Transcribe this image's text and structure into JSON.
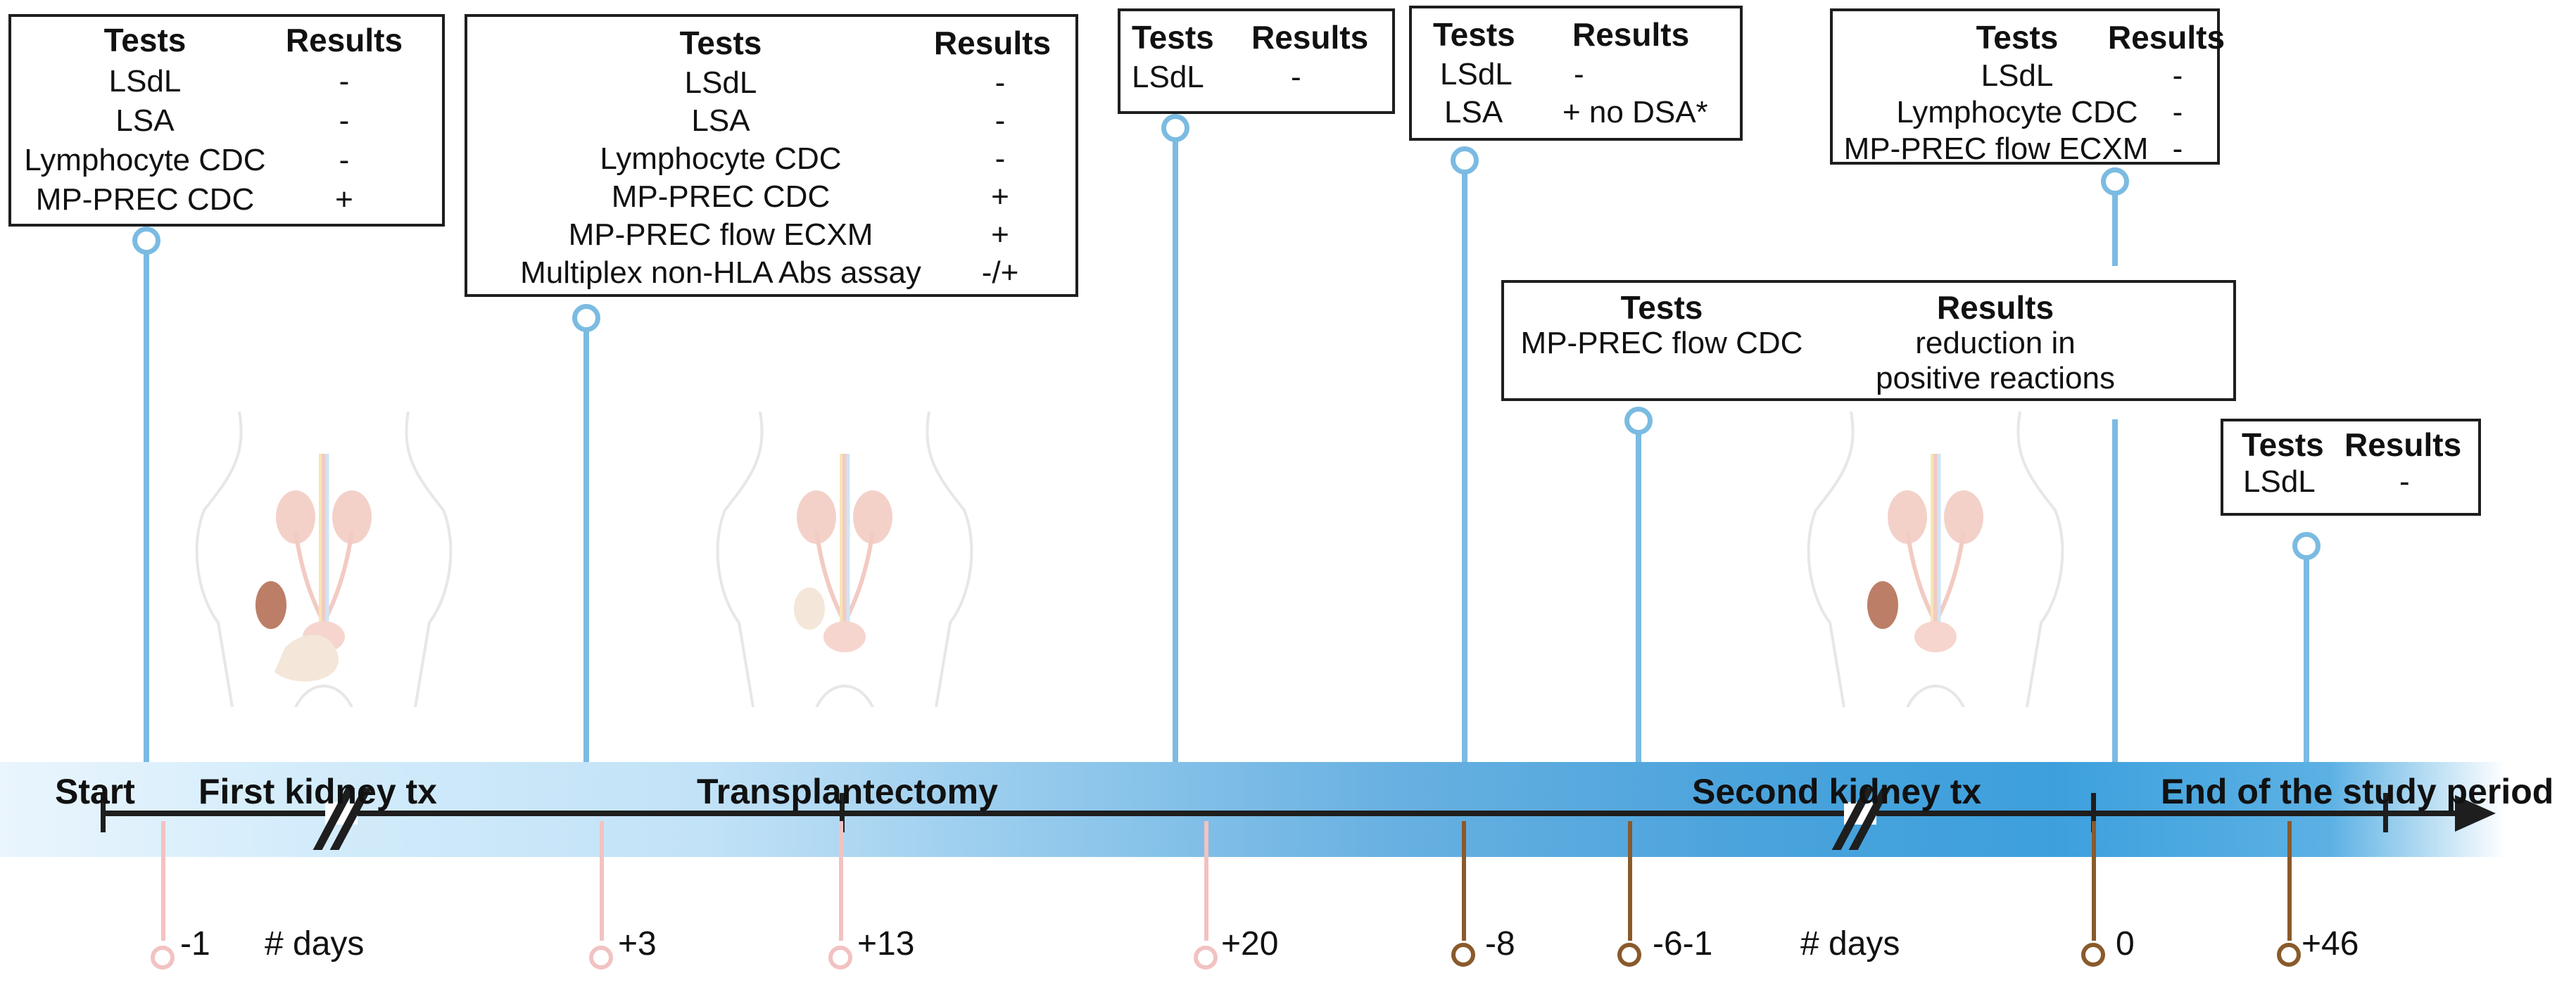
{
  "phases": {
    "start": "Start",
    "first_tx": "First kidney tx",
    "transplantectomy": "Transplantectomy",
    "second_tx": "Second kidney tx",
    "end": "End of the study period"
  },
  "day_labels": {
    "d1": "-1",
    "days1": "# days",
    "d2": "+3",
    "d3": "+13",
    "d4": "+20",
    "d5": "-8",
    "d6": "-6-1",
    "days2": "# days",
    "d7": "0",
    "d8": "+46"
  },
  "boxes": {
    "b1": {
      "tests_header": "Tests",
      "results_header": "Results",
      "rows": [
        {
          "test": "LSdL",
          "result": "-"
        },
        {
          "test": "LSA",
          "result": "-"
        },
        {
          "test": "Lymphocyte CDC",
          "result": "-"
        },
        {
          "test": "MP-PREC CDC",
          "result": "+"
        }
      ]
    },
    "b2": {
      "tests_header": "Tests",
      "results_header": "Results",
      "rows": [
        {
          "test": "LSdL",
          "result": "-"
        },
        {
          "test": "LSA",
          "result": "-"
        },
        {
          "test": "Lymphocyte CDC",
          "result": "-"
        },
        {
          "test": "MP-PREC CDC",
          "result": "+"
        },
        {
          "test": "MP-PREC flow ECXM",
          "result": "+"
        },
        {
          "test": "Multiplex non-HLA Abs assay",
          "result": "-/+"
        }
      ]
    },
    "b3": {
      "tests_header": "Tests",
      "results_header": "Results",
      "rows": [
        {
          "test": "LSdL",
          "result": "-"
        }
      ]
    },
    "b4": {
      "tests_header": "Tests",
      "results_header": "Results",
      "rows": [
        {
          "test": "LSdL",
          "result": "-"
        },
        {
          "test": "LSA",
          "result": "+ no DSA*"
        }
      ]
    },
    "b5": {
      "tests_header": "Tests",
      "results_header": "Results",
      "test": "MP-PREC flow CDC",
      "result_line1": "reduction in",
      "result_line2": "positive reactions"
    },
    "b6": {
      "tests_header": "Tests",
      "results_header": "Results",
      "rows": [
        {
          "test": "LSdL",
          "result": "-"
        },
        {
          "test": "Lymphocyte CDC",
          "result": "-"
        },
        {
          "test": "MP-PREC flow ECXM",
          "result": "-"
        }
      ]
    },
    "b7": {
      "tests_header": "Tests",
      "results_header": "Results",
      "rows": [
        {
          "test": "LSdL",
          "result": "-"
        }
      ]
    }
  },
  "colors": {
    "pin_blue": "#7bbbe2",
    "pin_pink": "#f2c2c2",
    "pin_brown": "#8a5a2b",
    "axis": "#1e1e1e"
  },
  "icons": [
    "human-body-kidney-illustration"
  ]
}
